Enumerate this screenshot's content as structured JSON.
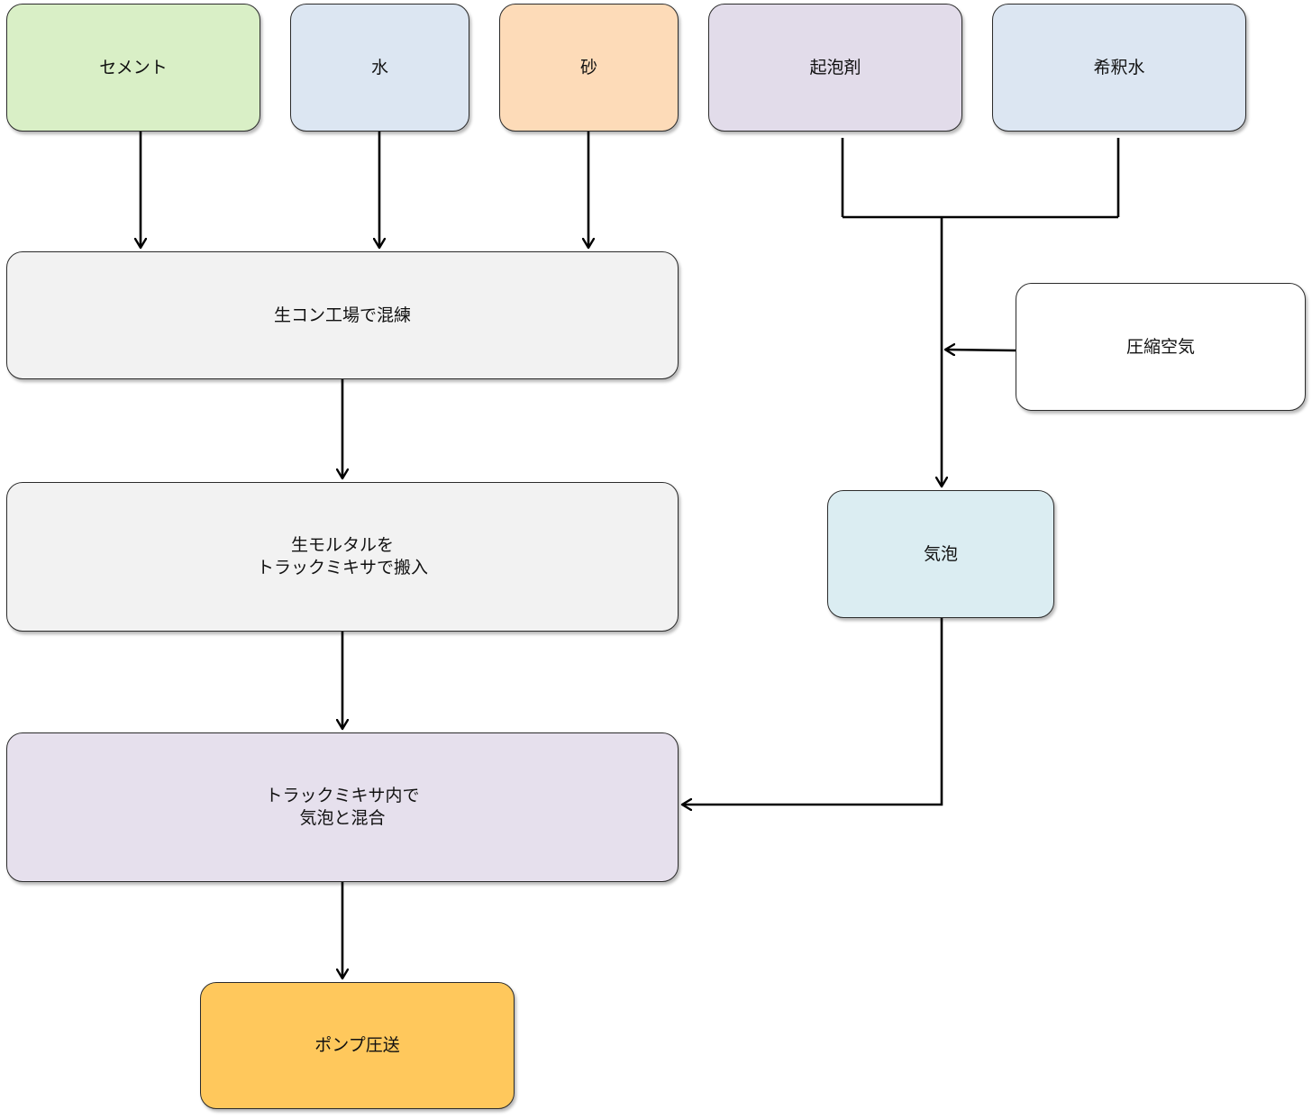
{
  "colors": {
    "line": "#000000",
    "cement_fill": "#d9efc6",
    "water_fill": "#dce6f2",
    "sand_fill": "#fddbb8",
    "foaming_agent_fill": "#e2dcea",
    "dilution_water_fill": "#dce6f2",
    "plant_fill": "#f2f2f2",
    "compressed_air_fill": "#ffffff",
    "truck_fill": "#f2f2f2",
    "foam_fill": "#dbedf2",
    "mix_fill": "#e6e0ed",
    "pump_fill": "#ffc85c"
  },
  "nodes": {
    "cement": "セメント",
    "water": "水",
    "sand": "砂",
    "foaming_agent": "起泡剤",
    "dilution_water": "希釈水",
    "plant_mixing": "生コン工場で混練",
    "compressed_air": "圧縮空気",
    "truck_transport": "生モルタルを\nトラックミキサで搬入",
    "foam": "気泡",
    "mix_in_truck": "トラックミキサ内で\n気泡と混合",
    "pump": "ポンプ圧送"
  }
}
